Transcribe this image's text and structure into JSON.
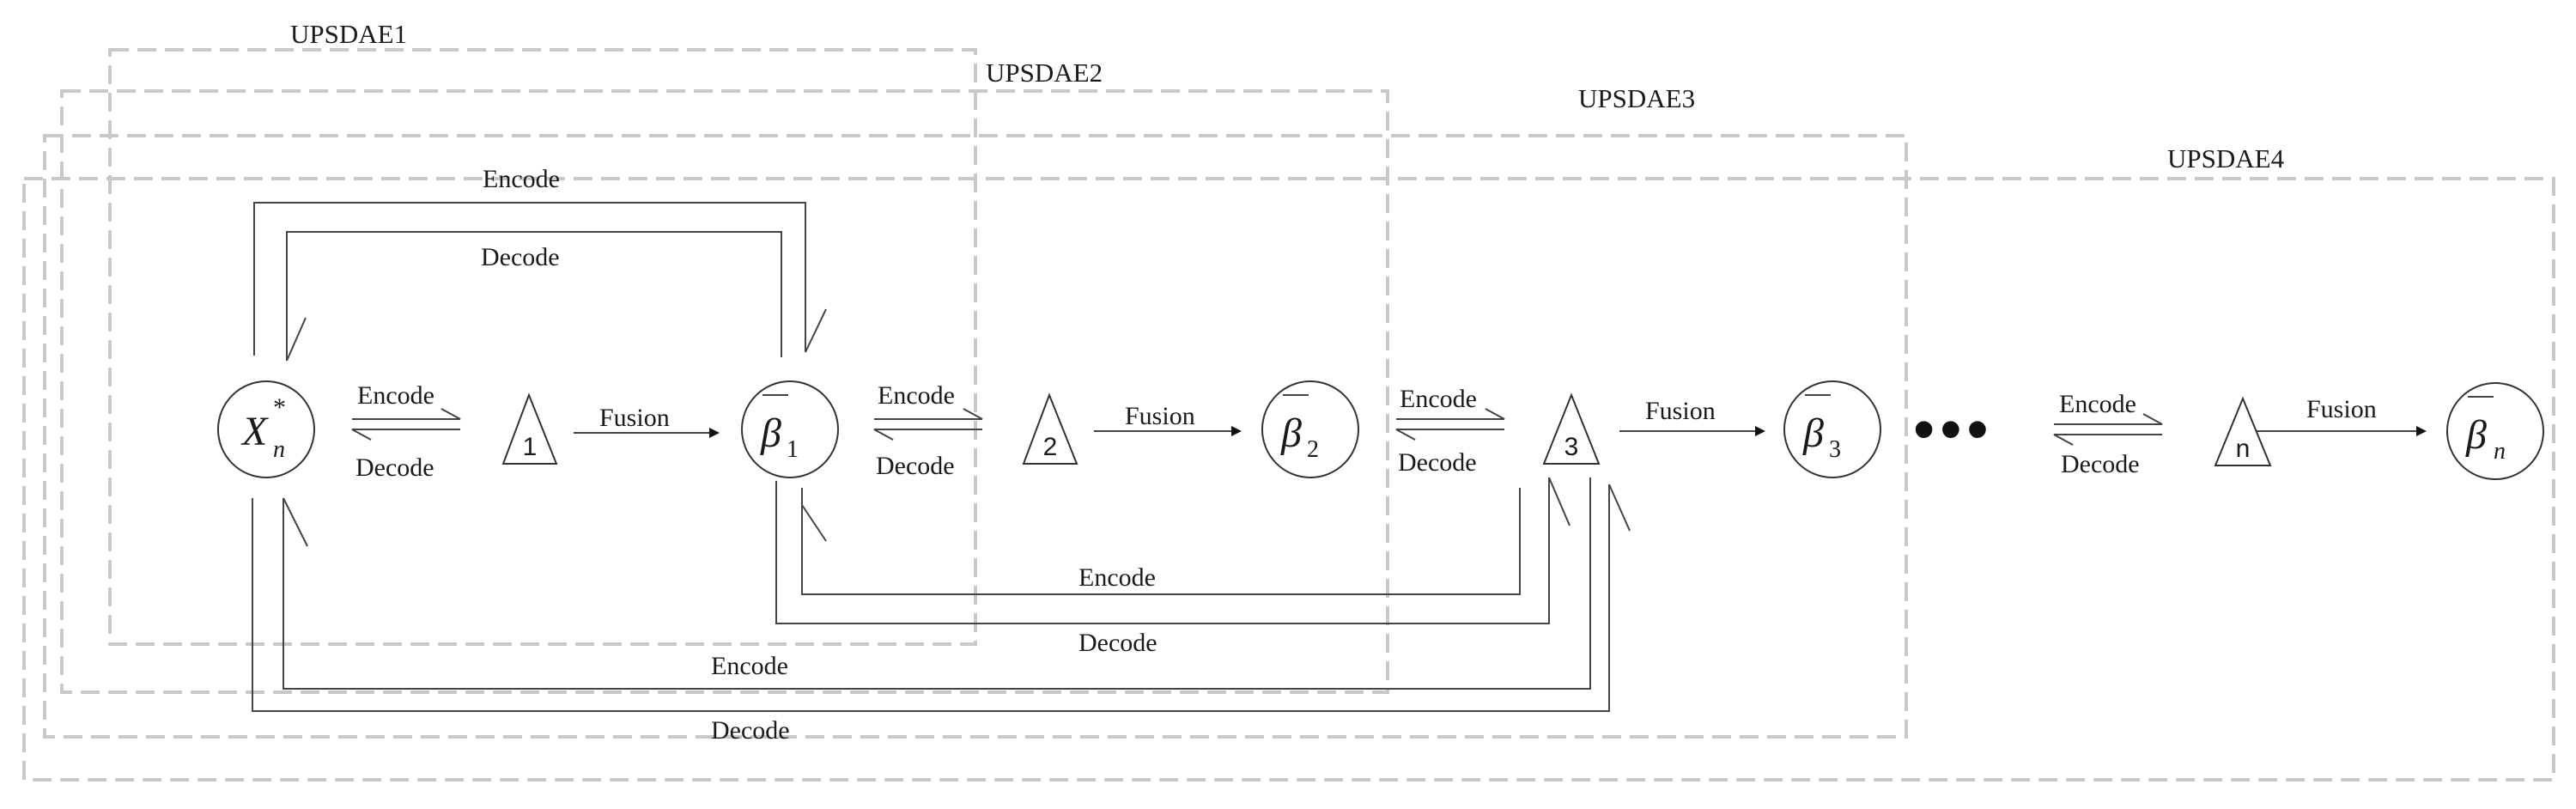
{
  "boxes": [
    {
      "label": "UPSDAE1"
    },
    {
      "label": "UPSDAE2"
    },
    {
      "label": "UPSDAE3"
    },
    {
      "label": "UPSDAE4"
    }
  ],
  "nodes": {
    "input": {
      "symbol": "X",
      "superscript": "*",
      "subscript": "n"
    },
    "fused": [
      {
        "symbol": "β",
        "subscript": "1"
      },
      {
        "symbol": "β",
        "subscript": "2"
      },
      {
        "symbol": "β",
        "subscript": "3"
      },
      {
        "symbol": "β",
        "subscript": "n"
      }
    ],
    "triangles": [
      "1",
      "2",
      "3",
      "n"
    ]
  },
  "labels": {
    "encode": "Encode",
    "decode": "Decode",
    "fusion": "Fusion",
    "ellipsis": "•••"
  },
  "colors": {
    "dashed_box": "#c8c8c8",
    "lines": "#444444"
  }
}
